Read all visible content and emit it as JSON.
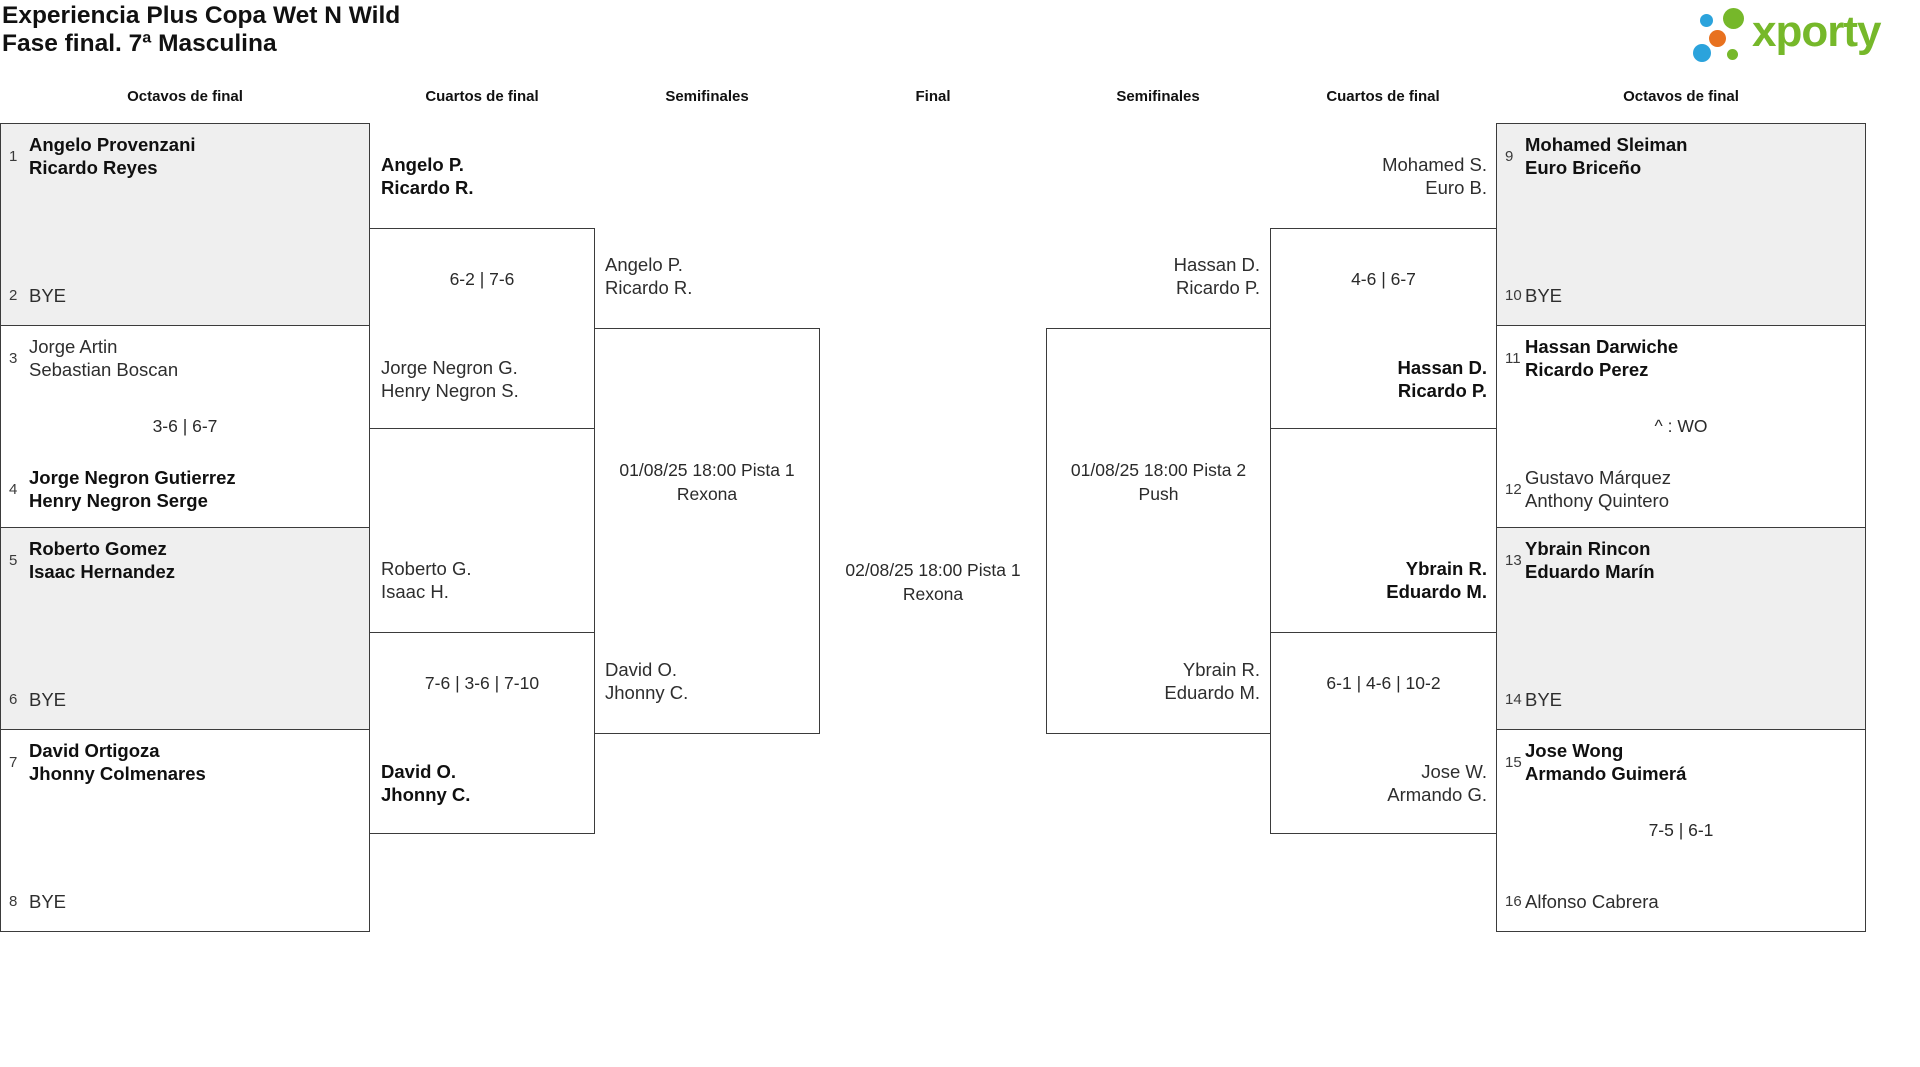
{
  "header": {
    "title_line1": "Experiencia Plus Copa Wet N Wild",
    "title_line2": "Fase final. 7ª Masculina",
    "logo_text": "xporty"
  },
  "brand_colors": {
    "green": "#76b82a",
    "blue": "#2ba3dc",
    "orange": "#e8711f",
    "box_fill": "#efefef",
    "line": "#3b3b3b"
  },
  "columns": [
    "Octavos de final",
    "Cuartos de final",
    "Semifinales",
    "Final",
    "Semifinales",
    "Cuartos de final",
    "Octavos de final"
  ],
  "chart_data": {
    "type": "table",
    "title": "Experiencia Plus Copa Wet N Wild — Fase final. 7ª Masculina",
    "rounds": [
      "Octavos de final",
      "Cuartos de final",
      "Semifinales",
      "Final"
    ],
    "bracket": {
      "oct_left": [
        {
          "seed1": "1",
          "team1": [
            "Angelo Provenzani",
            "Ricardo Reyes"
          ],
          "seed2": "2",
          "team2": [
            "BYE"
          ],
          "score": "",
          "winner": "team1"
        },
        {
          "seed1": "3",
          "team1": [
            "Jorge Artin",
            "Sebastian Boscan"
          ],
          "seed2": "4",
          "team2": [
            "Jorge Negron Gutierrez",
            "Henry Negron Serge"
          ],
          "score": "3-6 | 6-7",
          "winner": "team2"
        },
        {
          "seed1": "5",
          "team1": [
            "Roberto Gomez",
            "Isaac Hernandez"
          ],
          "seed2": "6",
          "team2": [
            "BYE"
          ],
          "score": "",
          "winner": "team1"
        },
        {
          "seed1": "7",
          "team1": [
            "David Ortigoza",
            "Jhonny Colmenares"
          ],
          "seed2": "8",
          "team2": [
            "BYE"
          ],
          "score": "",
          "winner": "team1"
        }
      ],
      "oct_right": [
        {
          "seed1": "9",
          "team1": [
            "Mohamed Sleiman",
            "Euro Briceño"
          ],
          "seed2": "10",
          "team2": [
            "BYE"
          ],
          "score": "",
          "winner": "team1"
        },
        {
          "seed1": "11",
          "team1": [
            "Hassan Darwiche",
            "Ricardo Perez"
          ],
          "seed2": "12",
          "team2": [
            "Gustavo Márquez",
            "Anthony Quintero"
          ],
          "score": "^ : WO",
          "winner": "team1"
        },
        {
          "seed1": "13",
          "team1": [
            "Ybrain Rincon",
            "Eduardo Marín"
          ],
          "seed2": "14",
          "team2": [
            "BYE"
          ],
          "score": "",
          "winner": "team1"
        },
        {
          "seed1": "15",
          "team1": [
            "Jose Wong",
            "Armando Guimerá"
          ],
          "seed2": "16",
          "team2": [
            "Alfonso Cabrera"
          ],
          "score": "7-5 | 6-1",
          "winner": "team1"
        }
      ],
      "qf_left": [
        {
          "team1": [
            "Angelo P.",
            "Ricardo R."
          ],
          "score": "6-2 | 7-6",
          "team2": [
            "Jorge Negron G.",
            "Henry Negron S."
          ],
          "winner": "team1"
        },
        {
          "team1": [
            "Roberto G.",
            "Isaac H."
          ],
          "score": "7-6 | 3-6 | 7-10",
          "team2": [
            "David O.",
            "Jhonny C."
          ],
          "winner": "team2"
        }
      ],
      "qf_right": [
        {
          "team1": [
            "Mohamed S.",
            "Euro B."
          ],
          "score": "4-6 | 6-7",
          "team2": [
            "Hassan D.",
            "Ricardo P."
          ],
          "winner": "team2"
        },
        {
          "team1": [
            "Ybrain R.",
            "Eduardo M."
          ],
          "score": "6-1 | 4-6 | 10-2",
          "team2": [
            "Jose W.",
            "Armando G."
          ],
          "winner": "team1"
        }
      ],
      "sf_left": {
        "team1": [
          "Angelo P.",
          "Ricardo R."
        ],
        "schedule": [
          "01/08/25 18:00 Pista 1",
          "Rexona"
        ],
        "team2": [
          "David O.",
          "Jhonny C."
        ]
      },
      "sf_right": {
        "team1": [
          "Hassan D.",
          "Ricardo P."
        ],
        "schedule": [
          "01/08/25 18:00 Pista 2",
          "Push"
        ],
        "team2": [
          "Ybrain R.",
          "Eduardo M."
        ]
      },
      "final": {
        "schedule": [
          "02/08/25 18:00 Pista 1",
          "Rexona"
        ]
      }
    }
  }
}
